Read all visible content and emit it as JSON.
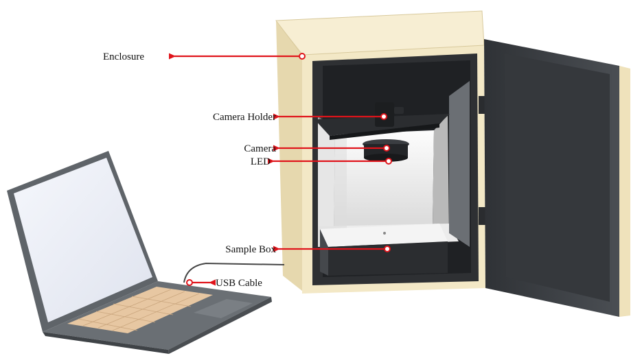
{
  "labels": {
    "enclosure": "Enclosure",
    "camera_holder": "Camera Holder",
    "camera": "Camera",
    "led": "LED",
    "sample_box": "Sample Box",
    "usb_cable": "USB Cable"
  },
  "colors": {
    "arrow": "#e0141b",
    "enclosure": "#f3e8c6",
    "interior_dark": "#2e3033",
    "door": "#3c3f43",
    "laptop_body": "#5f6469",
    "keyboard": "#e7c7a2",
    "screen": "#eef1f8"
  }
}
